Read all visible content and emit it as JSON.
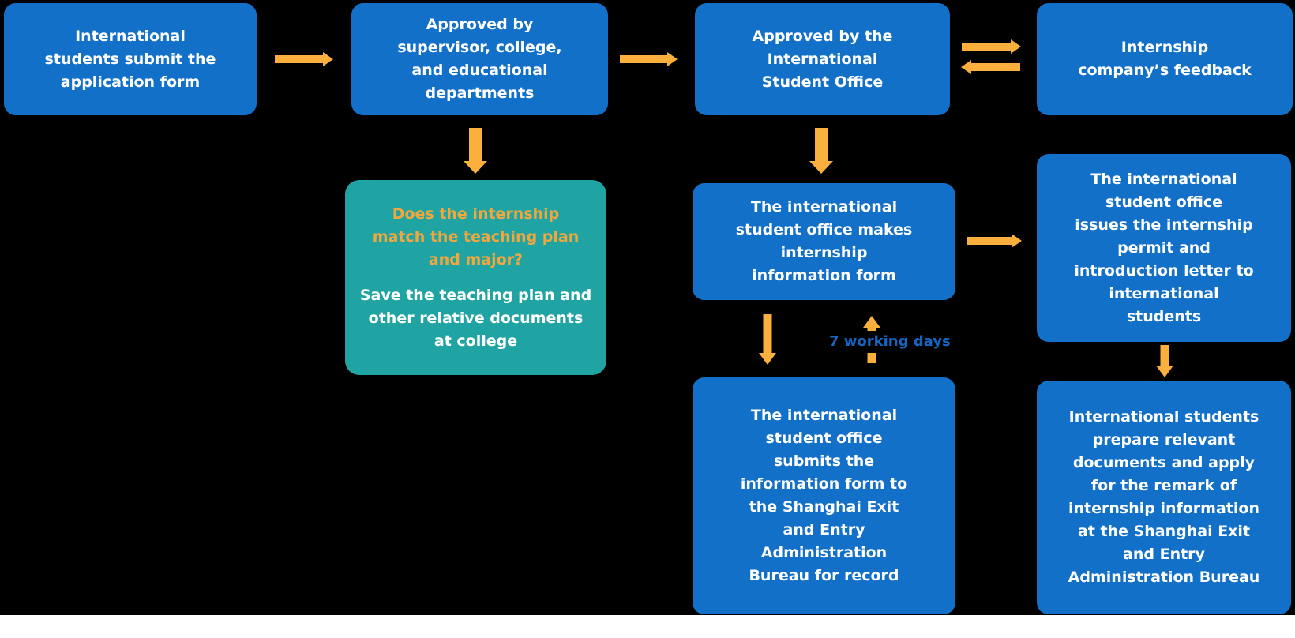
{
  "page": {
    "type": "flowchart",
    "topic": "International student internship application process"
  },
  "colors": {
    "page_bg": "#000000",
    "box_blue": "#1270C9",
    "box_teal": "#20A4A3",
    "arrow_orange": "#FBAF3C",
    "question_orange": "#F0A73E",
    "label_blue": "#1566C2",
    "text_white": "#FFFFFF",
    "footer_white": "#FFFFFF"
  },
  "flowchart": {
    "steps": {
      "submit_application": {
        "text": "International\nstudents submit the\napplication form"
      },
      "approved_departments": {
        "text": "Approved by\nsupervisor, college,\nand educational\ndepartments"
      },
      "approved_student_office": {
        "text": "Approved by the\nInternational\nStudent Office"
      },
      "company_feedback": {
        "text": "Internship\ncompany’s feedback"
      },
      "teaching_plan_check": {
        "question": "Does the internship\nmatch the teaching plan\nand major?",
        "note": "Save the teaching plan and\nother relative documents\nat college"
      },
      "makes_information_form": {
        "text": "The international\nstudent office makes\ninternship\ninformation form"
      },
      "submits_for_record": {
        "text": "The international\nstudent office\nsubmits the\ninformation form to\nthe Shanghai Exit\nand Entry\nAdministration\nBureau for record"
      },
      "issues_permit": {
        "text": "The international\nstudent office\nissues the internship\npermit and\nintroduction letter to\ninternational\nstudents"
      },
      "apply_for_remark": {
        "text": "International students\nprepare relevant\ndocuments and apply\nfor the remark of\ninternship information\nat the Shanghai Exit\nand Entry\nAdministration Bureau"
      }
    },
    "labels": {
      "seven_working_days": "7 working days"
    }
  }
}
